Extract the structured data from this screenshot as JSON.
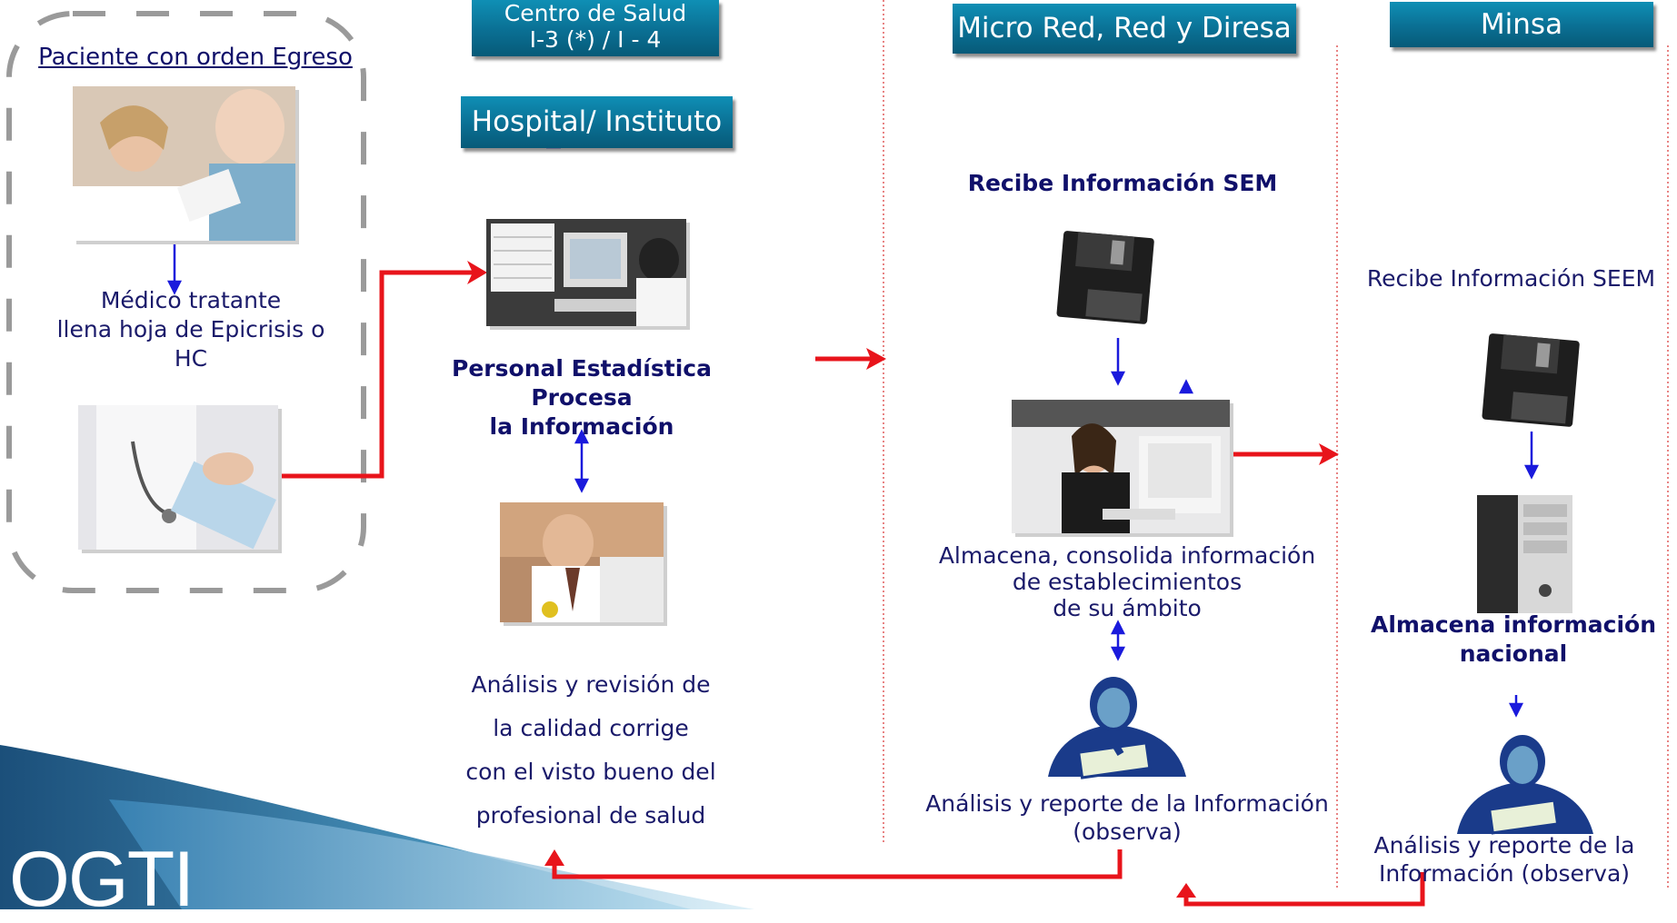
{
  "headers": {
    "centro": {
      "line1": "Centro de Salud",
      "line2": "I-3 (*)  /  I - 4"
    },
    "hospital": "Hospital/ Instituto",
    "micro_red": "Micro Red, Red y Diresa",
    "minsa": "Minsa"
  },
  "patient": {
    "title": "Paciente con orden Egreso",
    "doctor_text": [
      "Médico tratante",
      "llena hoja de Epicrisis o",
      "HC"
    ]
  },
  "hospital_col": {
    "process_text": [
      "Personal Estadística  Procesa",
      "la Información"
    ],
    "analysis_text": [
      "Análisis y revisión de",
      "la calidad corrige",
      "con el visto bueno del",
      "profesional de salud"
    ]
  },
  "micro_col": {
    "receive_text": "Recibe Información  SEM",
    "store_text": [
      "Almacena, consolida información",
      "de establecimientos",
      "de su ámbito"
    ],
    "report_text": [
      "Análisis y reporte de la Información",
      "(observa)"
    ]
  },
  "minsa_col": {
    "receive_text": "Recibe Información SEEM",
    "store_text": [
      "Almacena información",
      "nacional"
    ],
    "report_text": [
      "Análisis y reporte de la",
      "Información (observa)"
    ]
  },
  "logo": "OGTI",
  "colors": {
    "header": "#0a7aa0",
    "red_arrow": "#e8141b",
    "blue_arrow": "#1a1adc",
    "text": "#1a1a6a"
  }
}
